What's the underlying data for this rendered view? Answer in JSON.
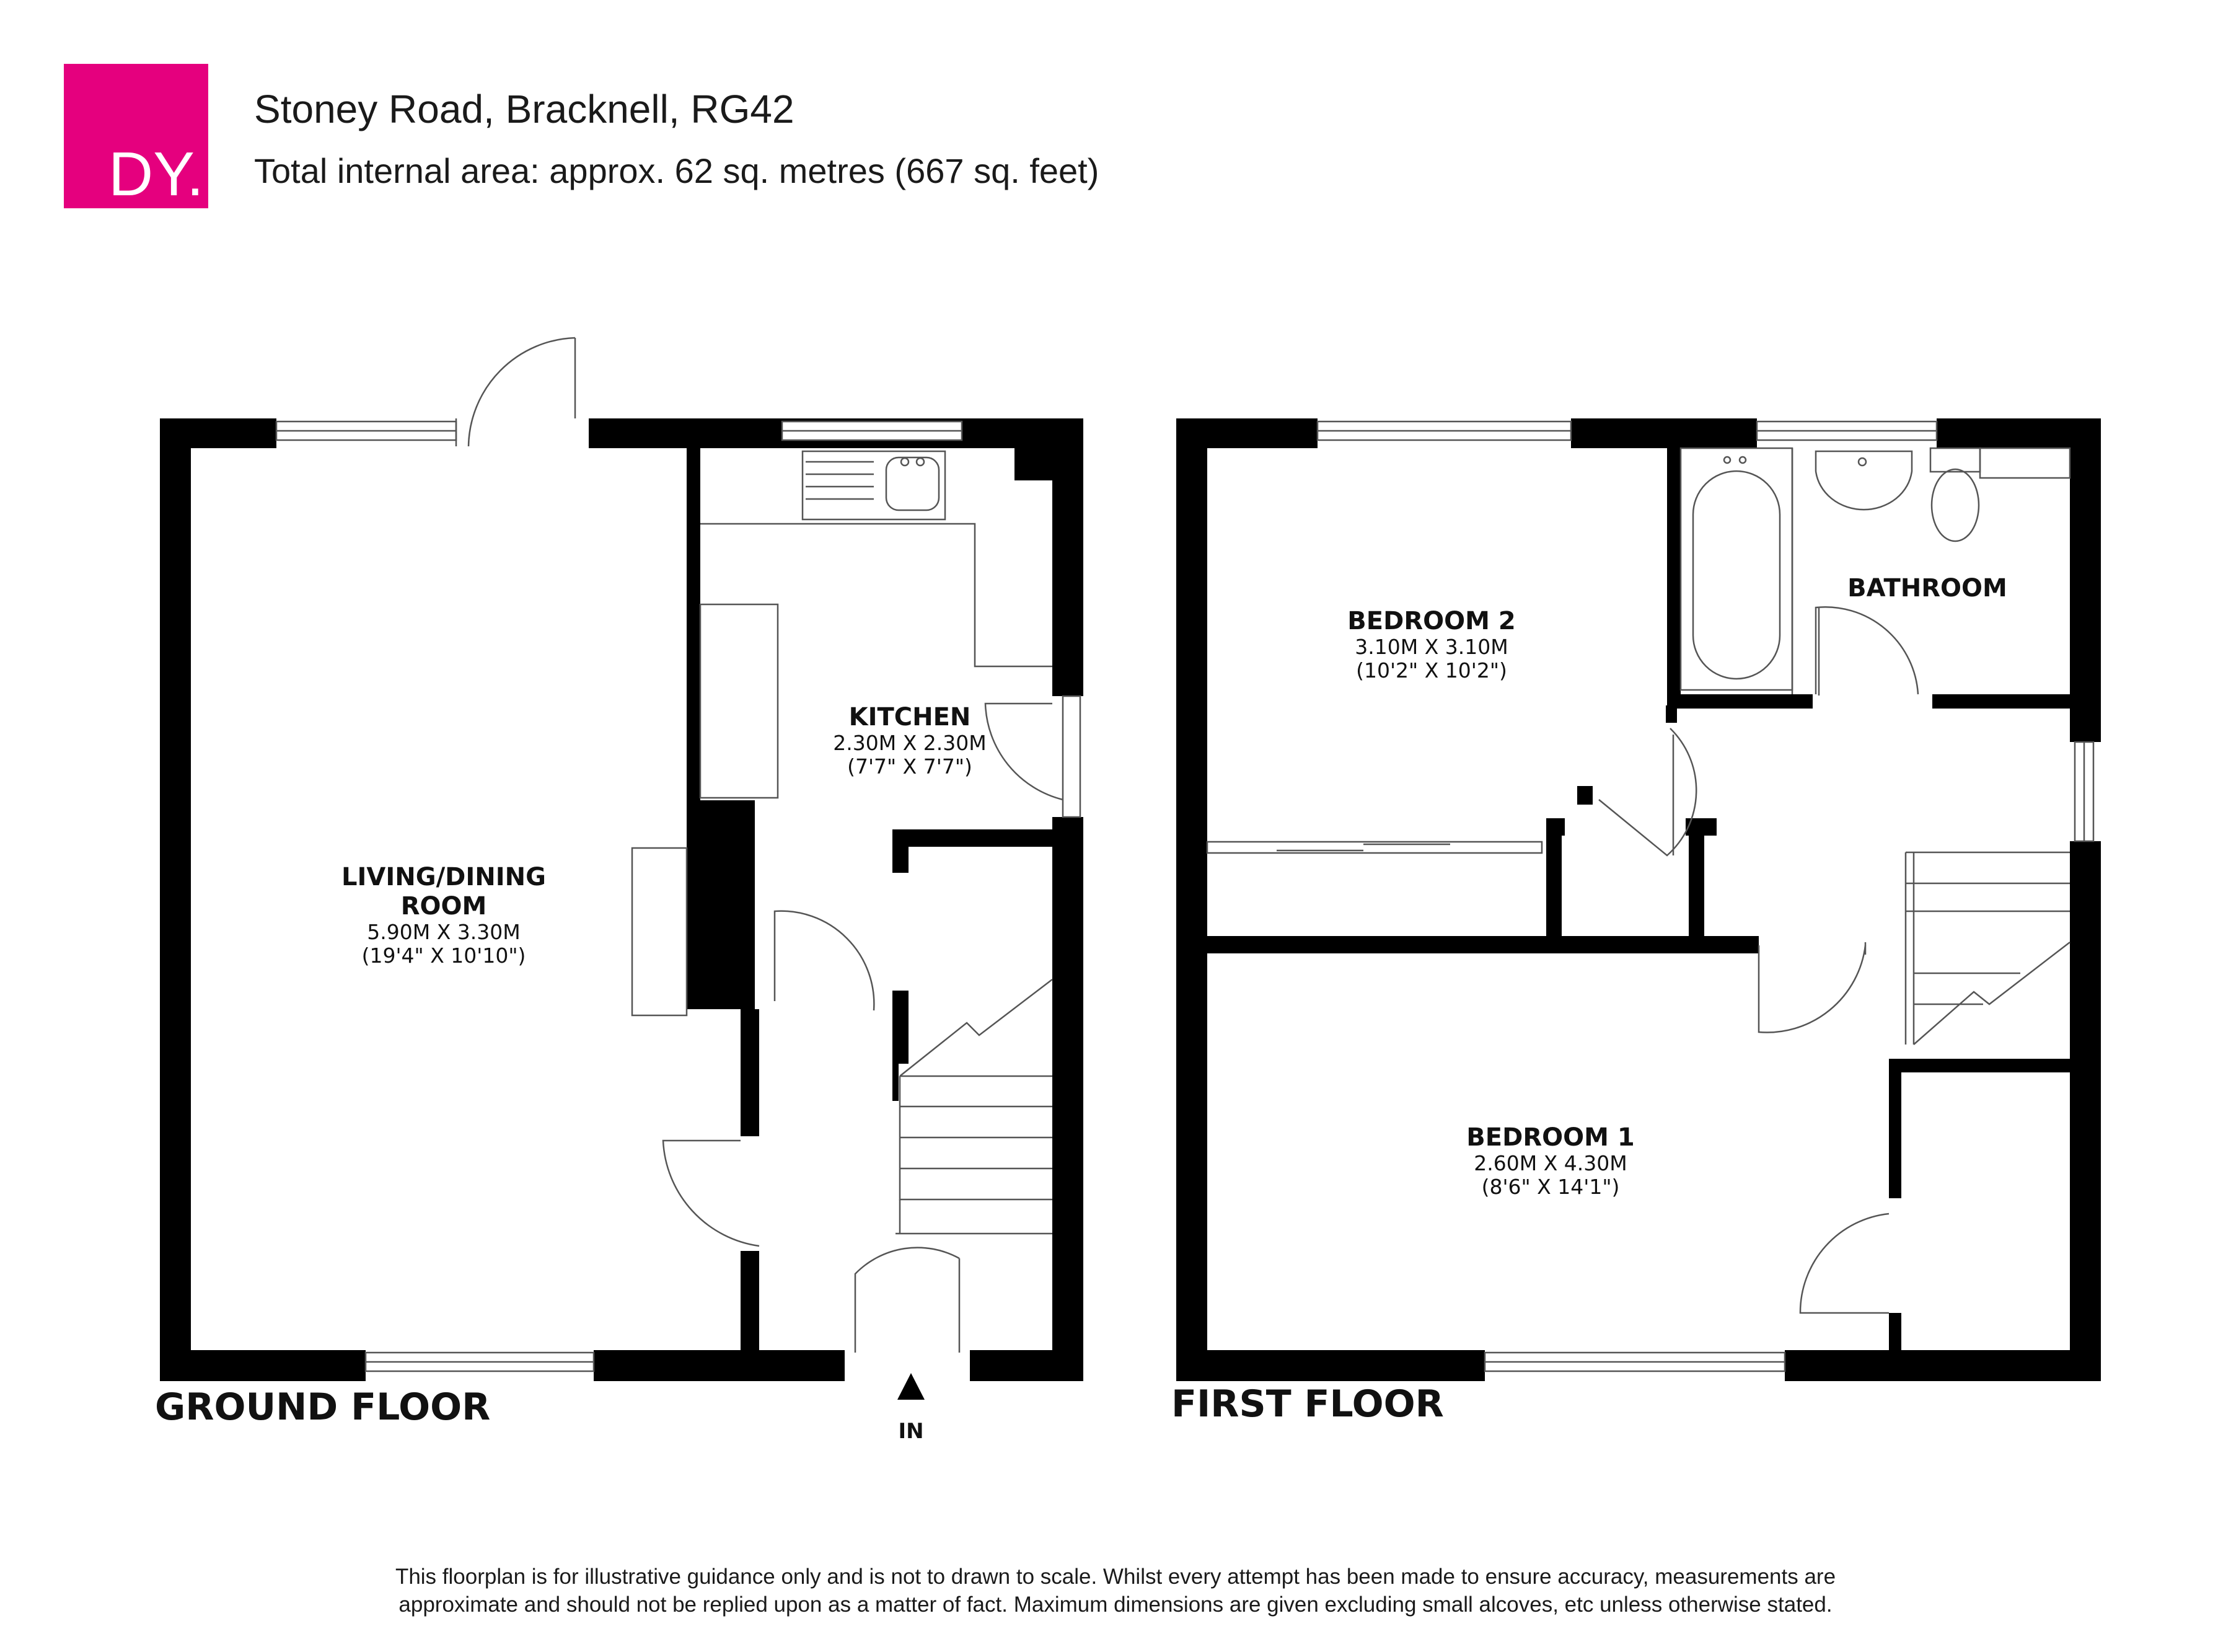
{
  "header": {
    "logo_text": "DY.",
    "title": "Stoney Road, Bracknell, RG42",
    "subtitle": "Total internal area: approx. 62 sq. metres (667 sq. feet)"
  },
  "colors": {
    "brand": "#e5007e",
    "wall": "#000000",
    "fixture_stroke": "#555555"
  },
  "floors": [
    {
      "label": "GROUND FLOOR",
      "rooms": [
        {
          "name_lines": [
            "LIVING/DINING",
            "ROOM"
          ],
          "dim_m": "5.90M X 3.30M",
          "dim_ft": "(19'4\" X 10'10\")"
        },
        {
          "name_lines": [
            "KITCHEN"
          ],
          "dim_m": "2.30M X 2.30M",
          "dim_ft": "(7'7\" X 7'7\")"
        }
      ],
      "entrance_label": "IN"
    },
    {
      "label": "FIRST FLOOR",
      "rooms": [
        {
          "name_lines": [
            "BEDROOM 2"
          ],
          "dim_m": "3.10M X 3.10M",
          "dim_ft": "(10'2\" X 10'2\")"
        },
        {
          "name_lines": [
            "BATHROOM"
          ]
        },
        {
          "name_lines": [
            "BEDROOM 1"
          ],
          "dim_m": "2.60M X 4.30M",
          "dim_ft": "(8'6\" X 14'1\")"
        }
      ]
    }
  ],
  "disclaimer": [
    "This floorplan is for illustrative guidance only and is not to drawn to scale. Whilst every attempt has been made to ensure accuracy, measurements are",
    "approximate and should not be replied upon as a matter of fact. Maximum dimensions are given excluding small alcoves, etc unless otherwise stated."
  ]
}
